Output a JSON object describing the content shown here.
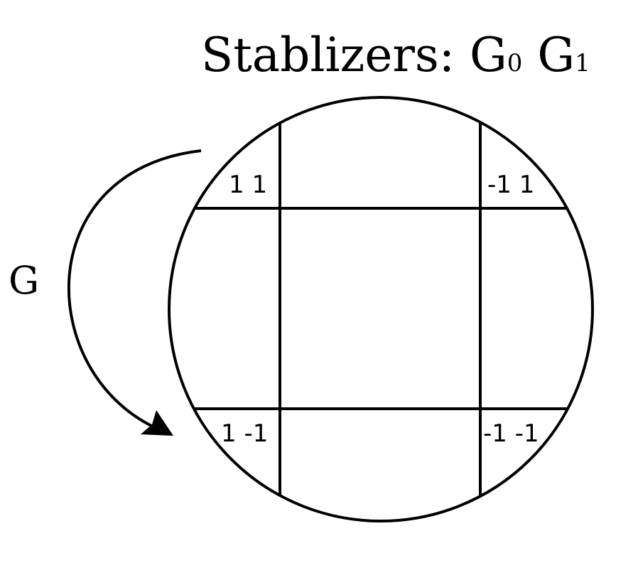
{
  "title": {
    "prefix": "Stablizers: ",
    "g0_base": "G",
    "g0_sub": "0",
    "g1_base": "G",
    "g1_sub": "1"
  },
  "operator_label": "G",
  "cells": {
    "top_left": "1 1",
    "top_right": "-1 1",
    "bottom_left": "1 -1",
    "bottom_right": "-1 -1"
  },
  "colors": {
    "ink": "#000000",
    "background": "#ffffff"
  }
}
